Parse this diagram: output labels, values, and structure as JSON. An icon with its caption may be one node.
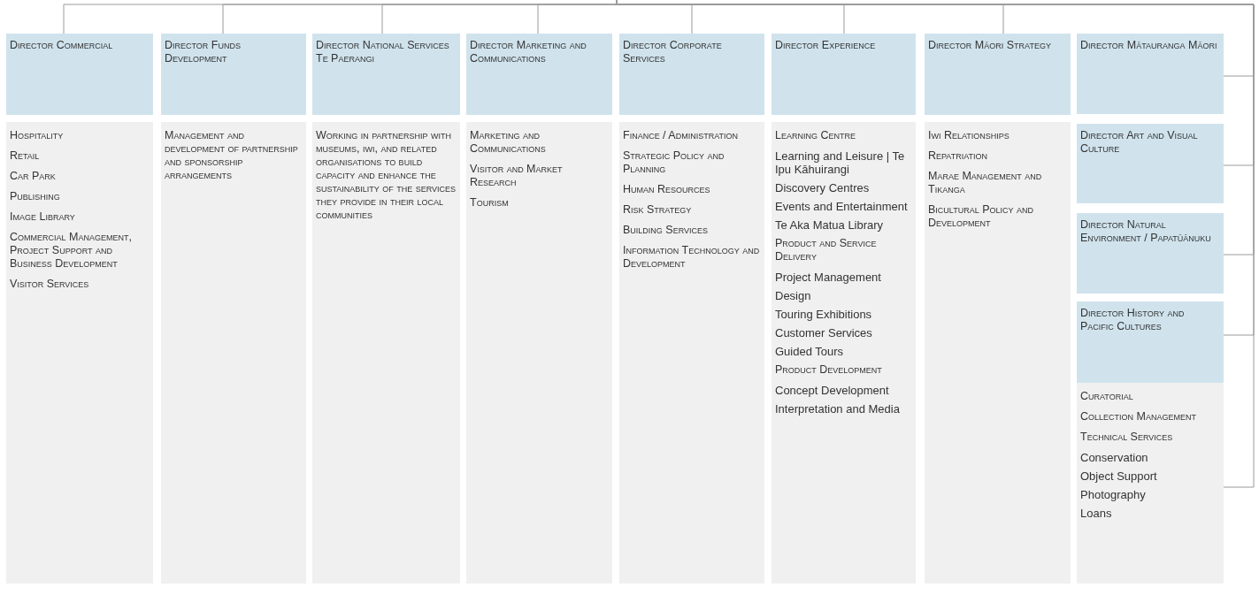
{
  "diagram": {
    "nodes": [
      {
        "text": [
          "Director Commercial"
        ]
      },
      {
        "text": [
          "Hospitality",
          "Retail",
          "Car Park",
          "Publishing",
          "Image Library",
          "Commercial Management, Project Support and Business Development",
          "Visitor Services"
        ]
      },
      {
        "text": [
          "Director Funds Development"
        ]
      },
      {
        "text": [
          "Management and development of partnership and sponsorship arrangements"
        ]
      },
      {
        "text": [
          "Director National Services Te Paerangi"
        ]
      },
      {
        "text": [
          "Working in partnership with museums, iwi, and related organisations to build capacity and enhance the sustainability of the services they provide in their local communities"
        ]
      },
      {
        "text": [
          "Director Marketing and Communications"
        ]
      },
      {
        "text": [
          "Marketing and Communications",
          "Visitor and Market Research",
          "Tourism"
        ]
      },
      {
        "text": [
          "Director Corporate Services"
        ]
      },
      {
        "text": [
          "Finance / Administration",
          "Strategic Policy and Planning",
          "Human Resources",
          "Risk Strategy",
          "Building Services",
          "Information Technology and Development"
        ]
      },
      {
        "text": [
          "Director Experience"
        ]
      },
      {
        "text": [
          "Learning Centre",
          "Learning and Leisure | Te Ipu Kāhuirangi",
          "Discovery Centres",
          "Events and Entertainment",
          "Te Aka Matua Library",
          "Product and Service Delivery",
          "Project Management",
          "Design",
          "Touring Exhibitions",
          "Customer Services",
          "Guided Tours",
          "Product Development",
          "Concept Development",
          "Interpretation and Media"
        ]
      },
      {
        "text": [
          "Director Māori Strategy"
        ]
      },
      {
        "text": [
          "Iwi Relationships",
          "Repatriation",
          "Marae Management and Tikanga",
          "Bicultural Policy and Development"
        ]
      },
      {
        "text": [
          "Director Mātauranga Māori"
        ]
      },
      {
        "text": [
          "Director Art and Visual Culture"
        ]
      },
      {
        "text": [
          "Director Natural Environment / Papatūānuku"
        ]
      },
      {
        "text": [
          "Director History and Pacific Cultures"
        ]
      },
      {
        "text": [
          "Curatorial",
          "Collection Management",
          "Technical Services",
          "Conservation",
          "Object Support",
          "Photography",
          "Loans"
        ]
      }
    ],
    "edges": [
      {
        "from": null,
        "to": 0,
        "arrow": "none"
      },
      {
        "from": null,
        "to": 2,
        "arrow": "none"
      },
      {
        "from": null,
        "to": 4,
        "arrow": "none"
      },
      {
        "from": null,
        "to": 6,
        "arrow": "none"
      },
      {
        "from": null,
        "to": 8,
        "arrow": "none"
      },
      {
        "from": null,
        "to": 10,
        "arrow": "none"
      },
      {
        "from": null,
        "to": 12,
        "arrow": "none"
      },
      {
        "from": null,
        "to": 14,
        "arrow": "none"
      },
      {
        "from": null,
        "to": 15,
        "arrow": "none"
      },
      {
        "from": null,
        "to": 16,
        "arrow": "none"
      },
      {
        "from": null,
        "to": 17,
        "arrow": "none"
      },
      {
        "from": null,
        "to": 18,
        "arrow": "none"
      }
    ]
  }
}
